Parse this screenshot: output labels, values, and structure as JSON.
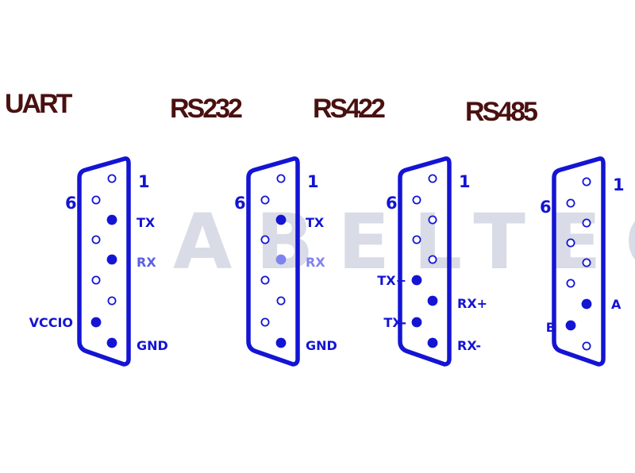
{
  "colors": {
    "ink": "#1414d4",
    "title": "#4a1010",
    "watermark": "#d9dbe6",
    "faded_pin": "#7f83ef"
  },
  "watermark": "ABELTEC",
  "connectors": [
    {
      "id": "uart",
      "title": "UART",
      "pin1_label": "1",
      "pin6_label": "6",
      "pins": {
        "1": "hollow",
        "2": "filled",
        "3": "filled",
        "4": "hollow",
        "5": "filled",
        "6": "hollow",
        "7": "hollow",
        "8": "hollow",
        "9": "filled"
      },
      "signals": [
        {
          "text": "TX",
          "pin": 2
        },
        {
          "text": "RX",
          "pin": 3
        },
        {
          "text": "GND",
          "pin": 5
        },
        {
          "text": "VCCIO",
          "pin": 9
        }
      ]
    },
    {
      "id": "rs232",
      "title": "RS232",
      "pin1_label": "1",
      "pin6_label": "6",
      "pins": {
        "1": "hollow",
        "2": "filled",
        "3": "faded",
        "4": "hollow",
        "5": "filled",
        "6": "hollow",
        "7": "hollow",
        "8": "hollow",
        "9": "hollow"
      },
      "signals": [
        {
          "text": "TX",
          "pin": 2
        },
        {
          "text": "RX",
          "pin": 3
        },
        {
          "text": "GND",
          "pin": 5
        }
      ]
    },
    {
      "id": "rs422",
      "title": "RS422",
      "pin1_label": "1",
      "pin6_label": "6",
      "pins": {
        "1": "hollow",
        "2": "hollow",
        "3": "hollow",
        "4": "filled",
        "5": "filled",
        "6": "hollow",
        "7": "hollow",
        "8": "filled",
        "9": "filled"
      },
      "signals": [
        {
          "text": "RX+",
          "pin": 4
        },
        {
          "text": "RX-",
          "pin": 5
        },
        {
          "text": "TX+",
          "pin": 8
        },
        {
          "text": "TX-",
          "pin": 9
        }
      ]
    },
    {
      "id": "rs485",
      "title": "RS485",
      "pin1_label": "1",
      "pin6_label": "6",
      "pins": {
        "1": "hollow",
        "2": "hollow",
        "3": "hollow",
        "4": "filled",
        "5": "hollow",
        "6": "hollow",
        "7": "hollow",
        "8": "hollow",
        "9": "filled"
      },
      "signals": [
        {
          "text": "A",
          "pin": 4
        },
        {
          "text": "B",
          "pin": 9
        }
      ]
    }
  ]
}
